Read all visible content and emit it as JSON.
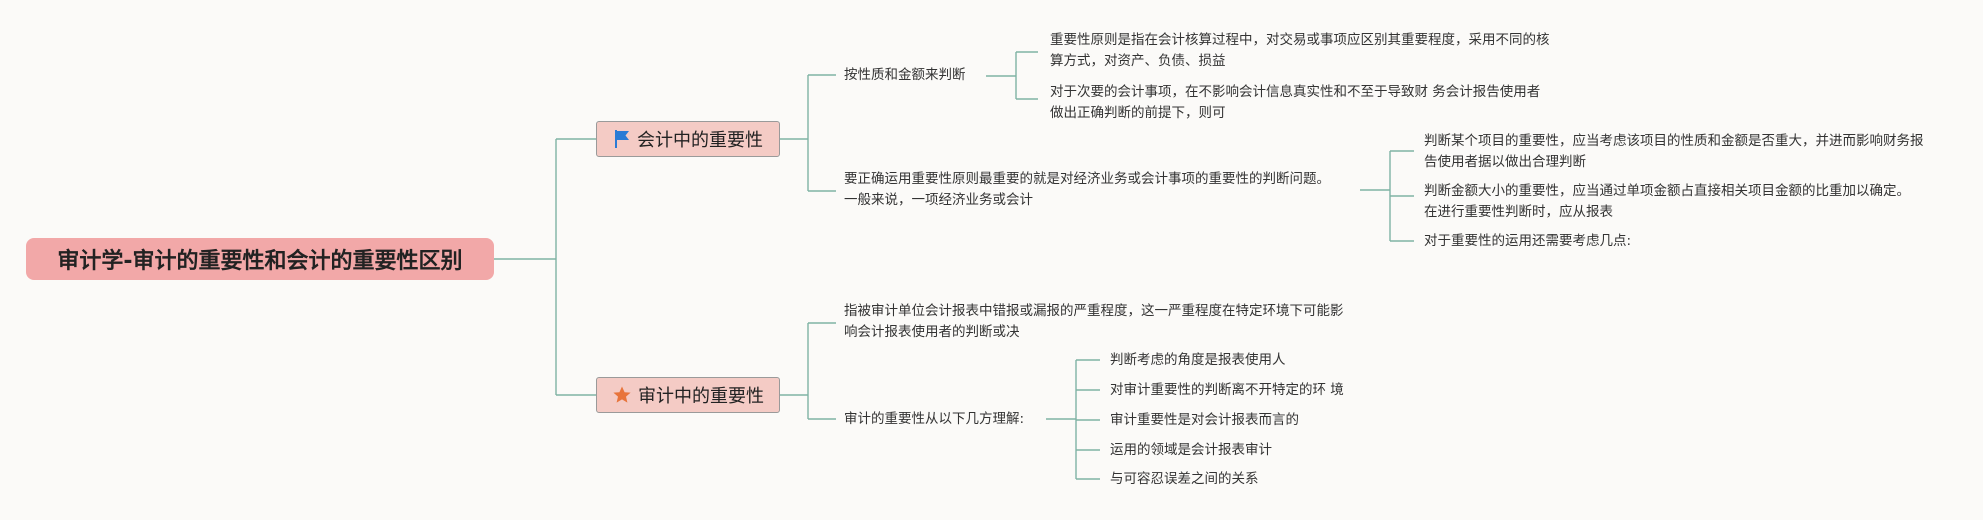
{
  "root": {
    "title": "审计学-审计的重要性和会计的重要性区别"
  },
  "accounting": {
    "label": "会计中的重要性",
    "icon": "flag-icon",
    "judge_by_nature": {
      "label": "按性质和金额来判断",
      "items": [
        "重要性原则是指在会计核算过程中，对交易或事项应区别其重要程度，采用不同的核算方式，对资产、负债、损益",
        "对于次要的会计事项，在不影响会计信息真实性和不至于导致财 务会计报告使用者做出正确判断的前提下，则可"
      ]
    },
    "correct_use": {
      "label": "要正确运用重要性原则最重要的就是对经济业务或会计事项的重要性的判断问题。一般来说，一项经济业务或会计",
      "items": [
        "判断某个项目的重要性，应当考虑该项目的性质和金额是否重大，并进而影响财务报告使用者据以做出合理判断",
        "判断金额大小的重要性，应当通过单项金额占直接相关项目金额的比重加以确定。在进行重要性判断时，应从报表",
        "对于重要性的运用还需要考虑几点:"
      ]
    }
  },
  "audit": {
    "label": "审计中的重要性",
    "icon": "star-icon",
    "definition": "指被审计单位会计报表中错报或漏报的严重程度，这一严重程度在特定环境下可能影响会计报表使用者的判断或决",
    "understanding": {
      "label": "审计的重要性从以下几方理解:",
      "items": [
        "判断考虑的角度是报表使用人",
        "对审计重要性的判断离不开特定的环 境",
        "审计重要性是对会计报表而言的",
        "运用的领域是会计报表审计",
        "与可容忍误差之间的关系"
      ]
    }
  },
  "colors": {
    "connector": "#7fb3a4",
    "flag": "#2a7bd5",
    "star": "#e8743b"
  }
}
